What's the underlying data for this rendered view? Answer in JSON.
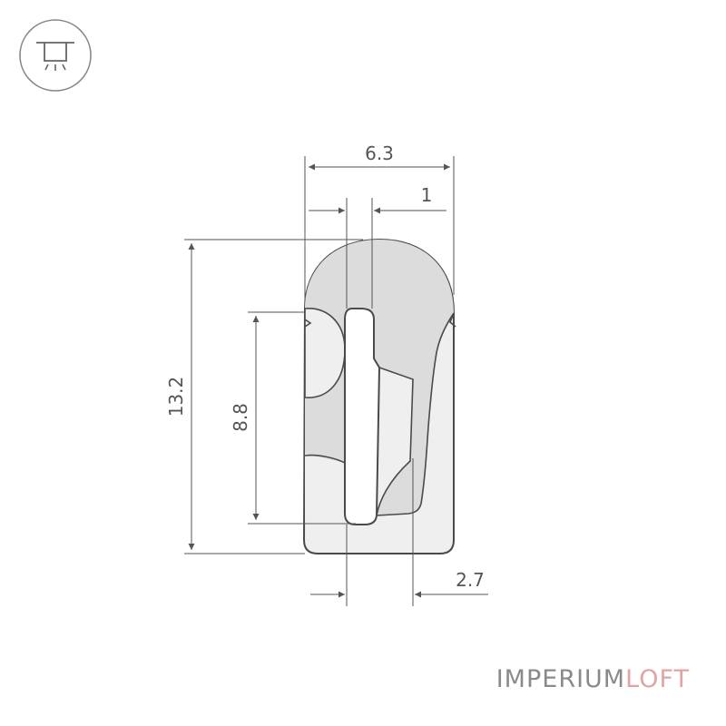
{
  "dimensions": {
    "width_total": "6.3",
    "wall_top": "1",
    "height_total": "13.2",
    "height_inner": "8.8",
    "width_bottom": "2.7"
  },
  "brand": {
    "part1": "IMPERIUM",
    "part2": "LOFT"
  },
  "icons": {
    "mount": "ceiling-light-icon"
  },
  "colors": {
    "outline": "#4a4a4a",
    "fill_light": "#efefef",
    "fill_dark": "#dcdcdc",
    "dim_line": "#555555",
    "brand_gray": "#8a8a8a",
    "brand_pink": "#e0a4a4"
  }
}
